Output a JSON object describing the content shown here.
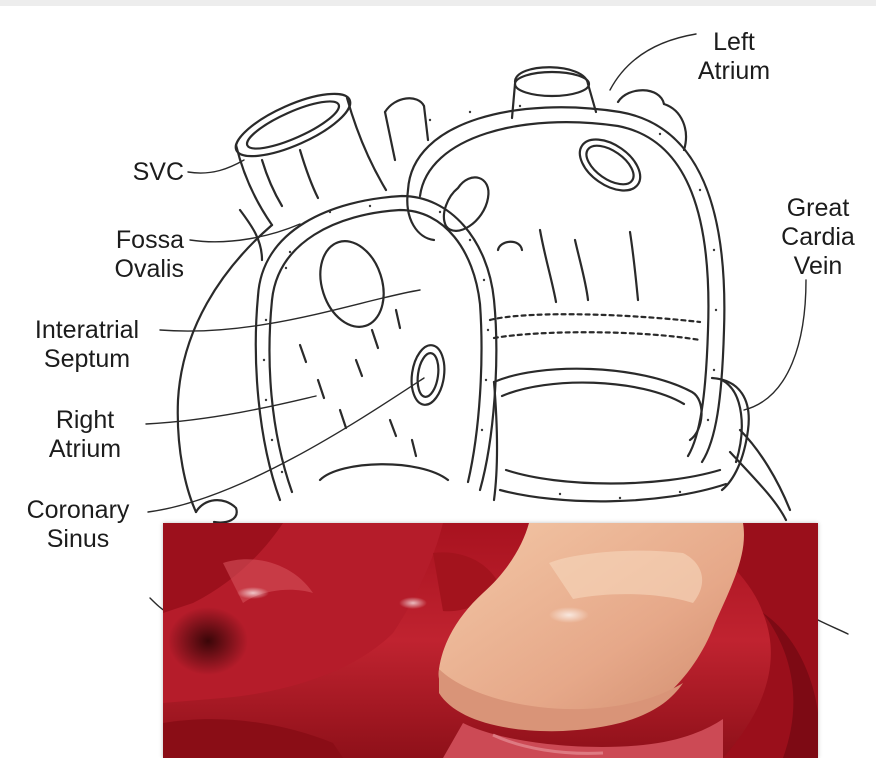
{
  "labels": {
    "svc": "SVC",
    "fossa_ovalis_1": "Fossa",
    "fossa_ovalis_2": "Ovalis",
    "interatrial_septum_1": "Interatrial",
    "interatrial_septum_2": "Septum",
    "right_atrium_1": "Right",
    "right_atrium_2": "Atrium",
    "coronary_sinus_1": "Coronary",
    "coronary_sinus_2": "Sinus",
    "left_atrium_1": "Left",
    "left_atrium_2": "Atrium",
    "great_cardiac_vein_1": "Great",
    "great_cardiac_vein_2": "Cardia",
    "great_cardiac_vein_3": "Vein"
  },
  "colors": {
    "line": "#2a2a2a",
    "tissue_dark": "#9b1420",
    "tissue_mid": "#c42a32",
    "tissue_pale": "#e9b08e"
  }
}
